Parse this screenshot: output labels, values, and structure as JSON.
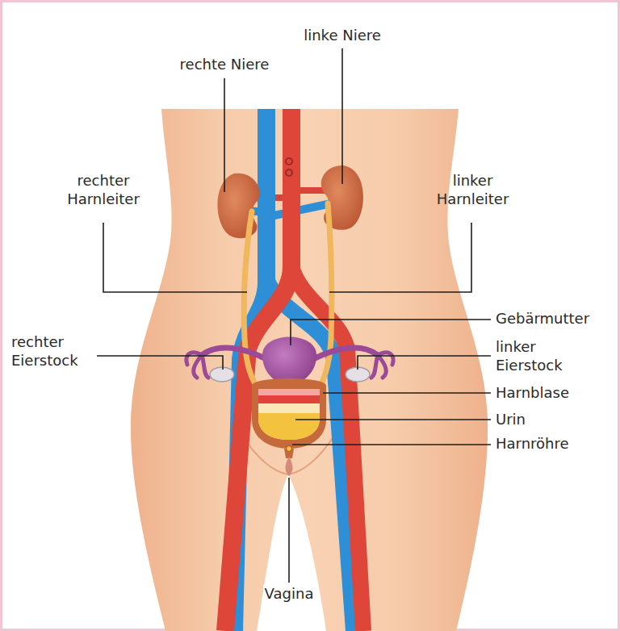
{
  "diagram": {
    "labels": [
      "linke Niere",
      "rechte Niere",
      "rechter Harnleiter",
      "linker Harnleiter",
      "Gebärmutter",
      "rechter Eierstock",
      "linker Eierstock",
      "Harnblase",
      "Urin",
      "Harnröhre",
      "Vagina"
    ]
  }
}
